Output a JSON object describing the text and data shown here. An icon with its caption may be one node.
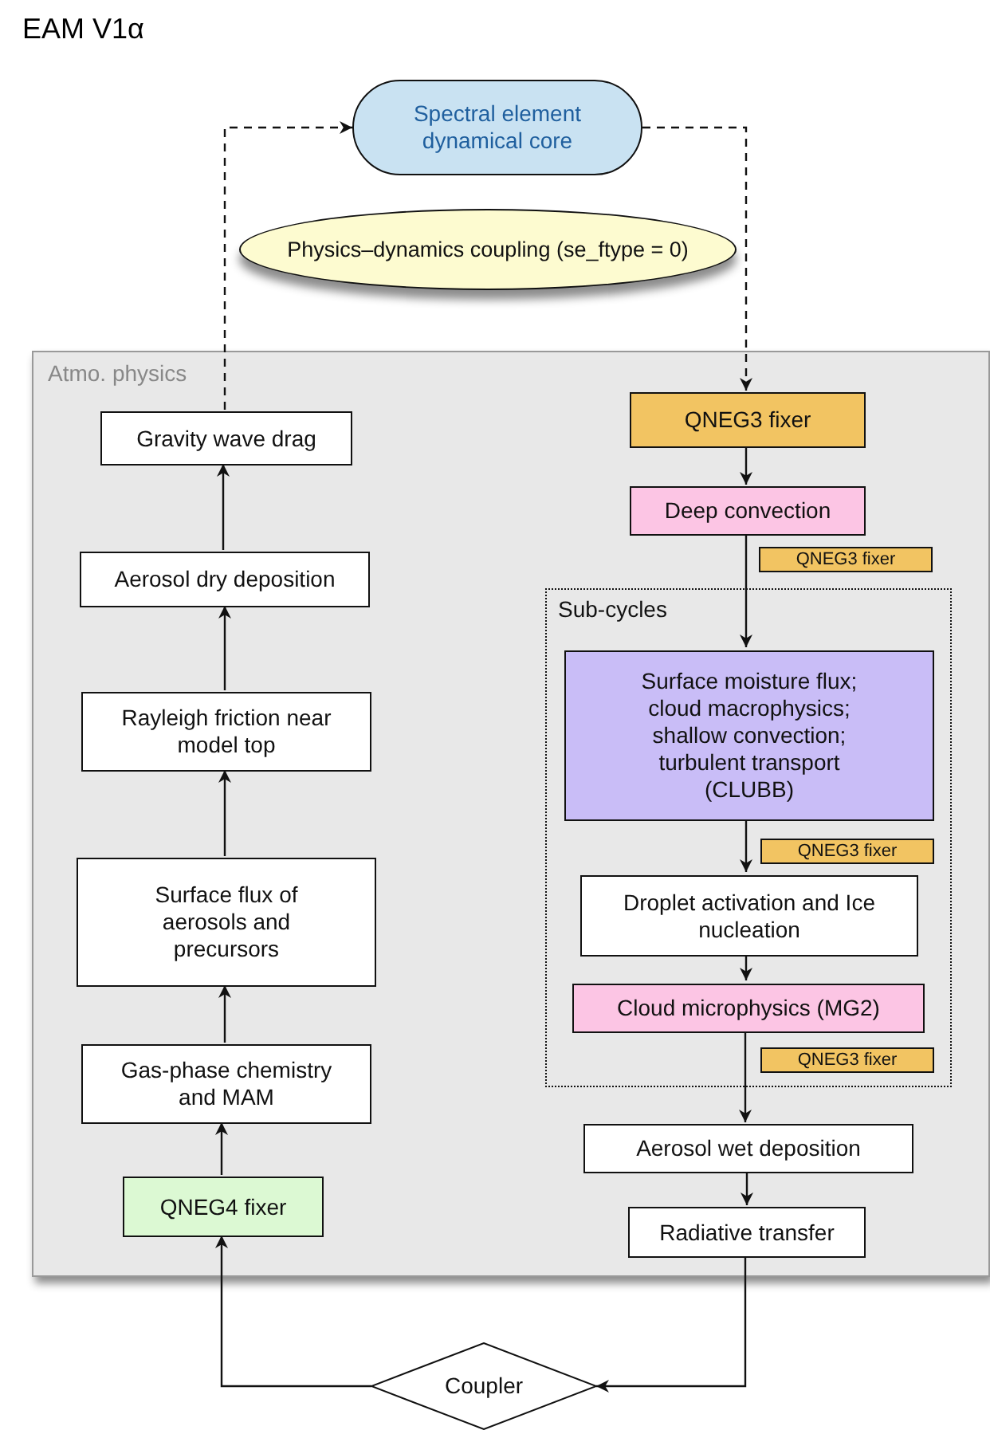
{
  "diagram": {
    "title": "EAM V1α",
    "nodes": [
      {
        "text": [
          "Spectral element dynamical core"
        ]
      },
      {
        "text": [
          "Physics–dynamics coupling (se_ftype = 0)"
        ]
      },
      {
        "text": [
          "Atmo. physics"
        ]
      },
      {
        "text": [
          "Gravity wave drag"
        ],
        "in": 2
      },
      {
        "text": [
          "Aerosol dry deposition"
        ],
        "in": 2
      },
      {
        "text": [
          "Rayleigh friction near model top"
        ],
        "in": 2
      },
      {
        "text": [
          "Surface flux of aerosols and precursors"
        ],
        "in": 2
      },
      {
        "text": [
          "Gas-phase chemistry and MAM"
        ],
        "in": 2
      },
      {
        "text": [
          "QNEG4 fixer"
        ],
        "in": 2
      },
      {
        "text": [
          "QNEG3 fixer"
        ],
        "in": 2
      },
      {
        "text": [
          "Deep convection"
        ],
        "in": 2
      },
      {
        "text": [
          "QNEG3 fixer"
        ],
        "in": 2
      },
      {
        "text": [
          "Sub-cycles"
        ],
        "in": 2
      },
      {
        "text": [
          "Surface moisture flux; cloud macrophysics; shallow convection; turbulent transport (CLUBB)"
        ],
        "in": 12
      },
      {
        "text": [
          "QNEG3 fixer"
        ],
        "in": 12
      },
      {
        "text": [
          "Droplet activation and Ice nucleation"
        ],
        "in": 12
      },
      {
        "text": [
          "Cloud microphysics (MG2)"
        ],
        "in": 12
      },
      {
        "text": [
          "QNEG3 fixer"
        ],
        "in": 12
      },
      {
        "text": [
          "Aerosol wet deposition"
        ],
        "in": 2
      },
      {
        "text": [
          "Radiative transfer"
        ],
        "in": 2
      },
      {
        "text": [
          "Coupler"
        ]
      }
    ],
    "edges": [
      {
        "from": 3,
        "to": 0,
        "arrow": "to",
        "style": "dashed"
      },
      {
        "from": 0,
        "to": 9,
        "arrow": "to",
        "style": "dashed"
      },
      {
        "from": 4,
        "to": 3,
        "arrow": "to"
      },
      {
        "from": 5,
        "to": 4,
        "arrow": "to"
      },
      {
        "from": 6,
        "to": 5,
        "arrow": "to"
      },
      {
        "from": 7,
        "to": 6,
        "arrow": "to"
      },
      {
        "from": 8,
        "to": 7,
        "arrow": "to"
      },
      {
        "from": 20,
        "to": 8,
        "arrow": "to"
      },
      {
        "from": 9,
        "to": 10,
        "arrow": "to"
      },
      {
        "from": 10,
        "to": 13,
        "arrow": "to"
      },
      {
        "from": 13,
        "to": 15,
        "arrow": "to"
      },
      {
        "from": 15,
        "to": 16,
        "arrow": "to"
      },
      {
        "from": 16,
        "to": 18,
        "arrow": "to"
      },
      {
        "from": 18,
        "to": 19,
        "arrow": "to"
      },
      {
        "from": 19,
        "to": 20,
        "arrow": "to"
      }
    ]
  }
}
